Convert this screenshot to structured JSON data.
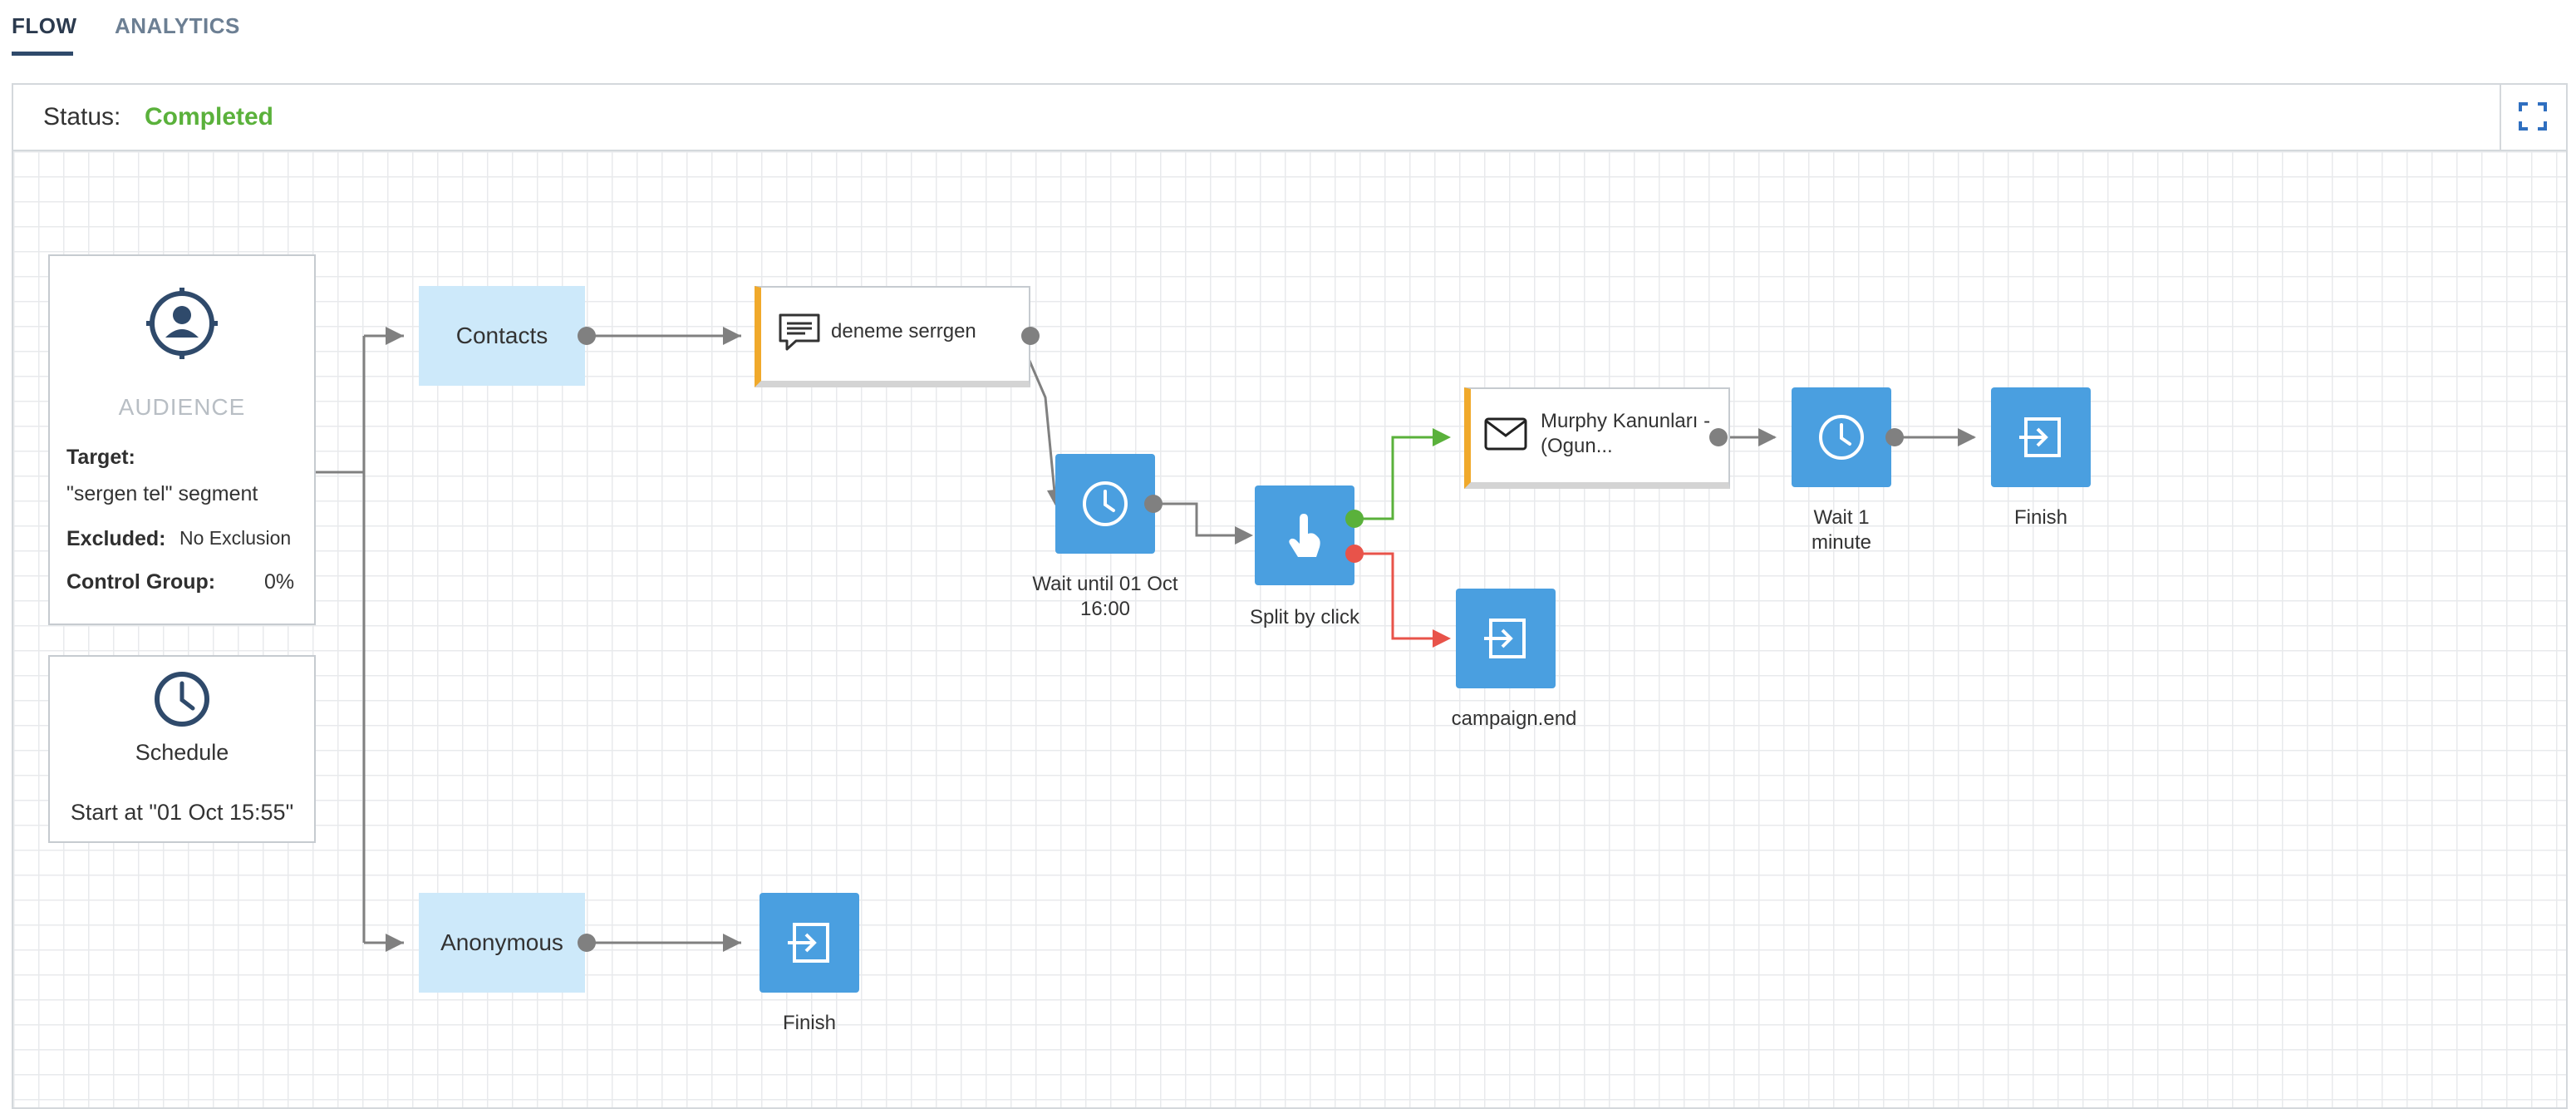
{
  "tabs": {
    "flow": "FLOW",
    "analytics": "ANALYTICS"
  },
  "status": {
    "label": "Status:",
    "value": "Completed",
    "value_color": "#5ab13b"
  },
  "toolbar": {
    "expand_icon": "expand-icon"
  },
  "audience": {
    "title": "AUDIENCE",
    "target_label": "Target:",
    "target_value": "\"sergen tel\" segment",
    "excluded_label": "Excluded:",
    "excluded_value": "No Exclusion",
    "control_label": "Control Group:",
    "control_value": "0%",
    "icon": "audience-icon"
  },
  "schedule": {
    "title": "Schedule",
    "start": "Start at \"01 Oct 15:55\"",
    "icon": "clock-icon"
  },
  "segments": {
    "contacts": "Contacts",
    "anonymous": "Anonymous"
  },
  "nodes": {
    "sms_message": {
      "label": "deneme serrgen",
      "icon": "sms-icon"
    },
    "wait_until": {
      "label": "Wait until 01 Oct 16:00",
      "icon": "clock-icon"
    },
    "split_by_click": {
      "label": "Split by click",
      "icon": "click-icon"
    },
    "email_message": {
      "label": "Murphy Kanunları - (Ogun...",
      "icon": "email-icon"
    },
    "campaign_end": {
      "label": "campaign.end",
      "icon": "exit-icon"
    },
    "wait_1_minute": {
      "label": "Wait 1 minute",
      "icon": "clock-icon"
    },
    "finish_top": {
      "label": "Finish",
      "icon": "exit-icon"
    },
    "finish_bottom": {
      "label": "Finish",
      "icon": "exit-icon"
    }
  },
  "colors": {
    "node_blue": "#4a9fe0",
    "segment_blue": "#cde9fa",
    "accent_orange": "#f0a92b",
    "yes_green": "#5ab13b",
    "no_red": "#e8534a",
    "connector_gray": "#808080"
  }
}
